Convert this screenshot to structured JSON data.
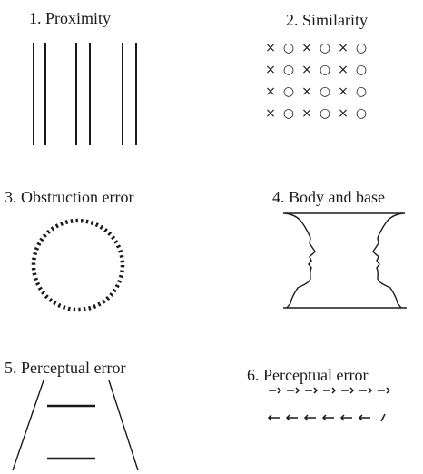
{
  "figures": [
    {
      "id": "proximity",
      "caption": "1. Proximity"
    },
    {
      "id": "similarity",
      "caption": "2. Similarity"
    },
    {
      "id": "obstruction",
      "caption": "3. Obstruction error"
    },
    {
      "id": "body-base",
      "caption": "4. Body and base"
    },
    {
      "id": "perceptual-a",
      "caption": "5. Perceptual error"
    },
    {
      "id": "perceptual-b",
      "caption": "6. Perceptual error"
    }
  ],
  "similarity_pattern": [
    [
      "×",
      "○",
      "×",
      "○",
      "×",
      "○"
    ],
    [
      "×",
      "○",
      "×",
      "○",
      "×",
      "○"
    ],
    [
      "×",
      "○",
      "×",
      "○",
      "×",
      "○"
    ],
    [
      "×",
      "○",
      "×",
      "○",
      "×",
      "○"
    ]
  ],
  "colors": {
    "ink": "#1a1a1a",
    "background": "#ffffff"
  }
}
